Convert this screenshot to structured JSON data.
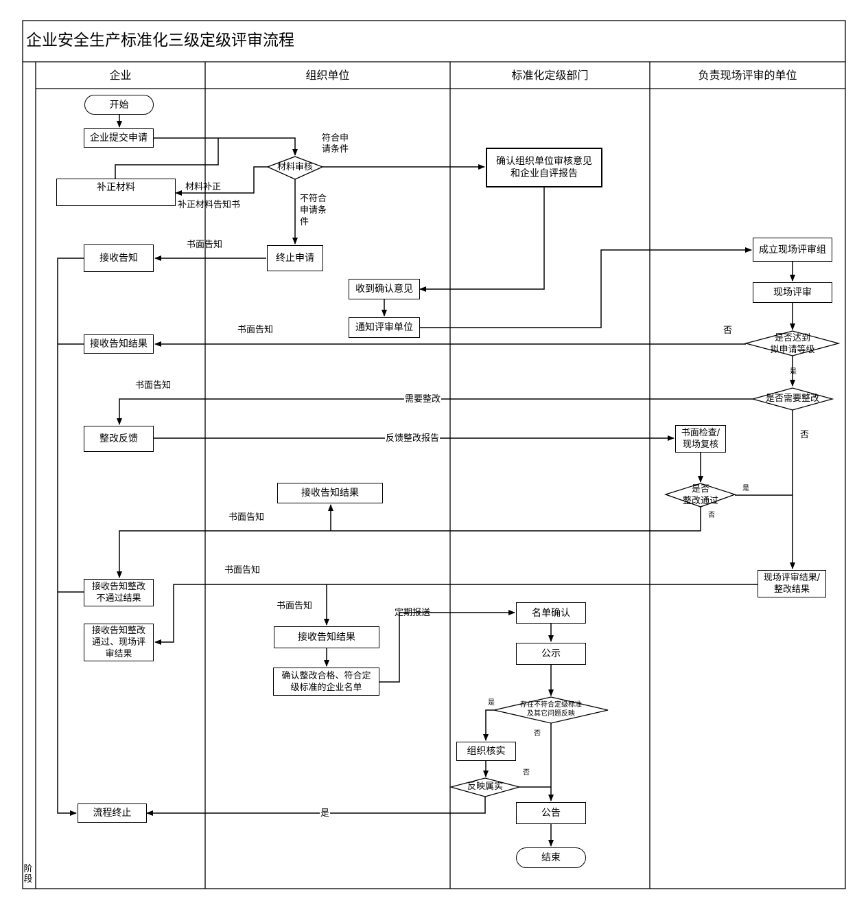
{
  "title": "企业安全生产标准化三级定级评审流程",
  "stage_label": "阶段",
  "lanes": [
    "企业",
    "组织单位",
    "标准化定级部门",
    "负责现场评审的单位"
  ],
  "nodes": {
    "start": "开始",
    "submit": "企业提交申请",
    "supplement": "补正材料",
    "review": "材料审核",
    "confirm_opinion": "确认组织单位审核意见\n和企业自评报告",
    "terminate_apply": "终止申请",
    "receive_notice_1": "接收告知",
    "found_group": "成立现场评审组",
    "receive_confirm": "收到确认意见",
    "onsite_review": "现场评审",
    "notify_unit": "通知评审单位",
    "receive_result_1": "接收告知结果",
    "reach_level": "是否达到\n拟申请等级",
    "need_fix": "是否需要整改",
    "fix_feedback": "整改反馈",
    "check_recheck": "书面检查/\n现场复核",
    "receive_result_2": "接收告知结果",
    "fix_pass": "是否\n整改通过",
    "onsite_result": "现场评审结果/\n整改结果",
    "receive_fail": "接收告知整改\n不通过结果",
    "receive_pass": "接收告知整改\n通过、现场评\n审结果",
    "list_confirm": "名单确认",
    "receive_result_3": "接收告知结果",
    "publicity": "公示",
    "confirm_list": "确认整改合格、符合定\n级标准的企业名单",
    "other_issue": "存在不符合定级标准\n及其它问题反映",
    "org_verify": "组织核实",
    "issue_true": "反映属实",
    "process_end": "流程终止",
    "announce": "公告",
    "end": "结束"
  },
  "labels": {
    "meet_cond": "符合申\n请条件",
    "material_fix": "材料补正",
    "fix_notice_doc": "补正材料告知书",
    "not_meet": "不符合\n申请条\n件",
    "written_1": "书面告知",
    "written_2": "书面告知",
    "no_1": "否",
    "yes_1": "是",
    "written_3": "书面告知",
    "need_fix": "需要整改",
    "no_2": "否",
    "feedback_report": "反馈整改报告",
    "yes_2": "是",
    "written_4": "书面告知",
    "no_3": "否",
    "written_5": "书面告知",
    "written_6": "书面告知",
    "periodic": "定期报送",
    "yes_3": "是",
    "no_4": "否",
    "no_5": "否",
    "yes_4": "是"
  }
}
